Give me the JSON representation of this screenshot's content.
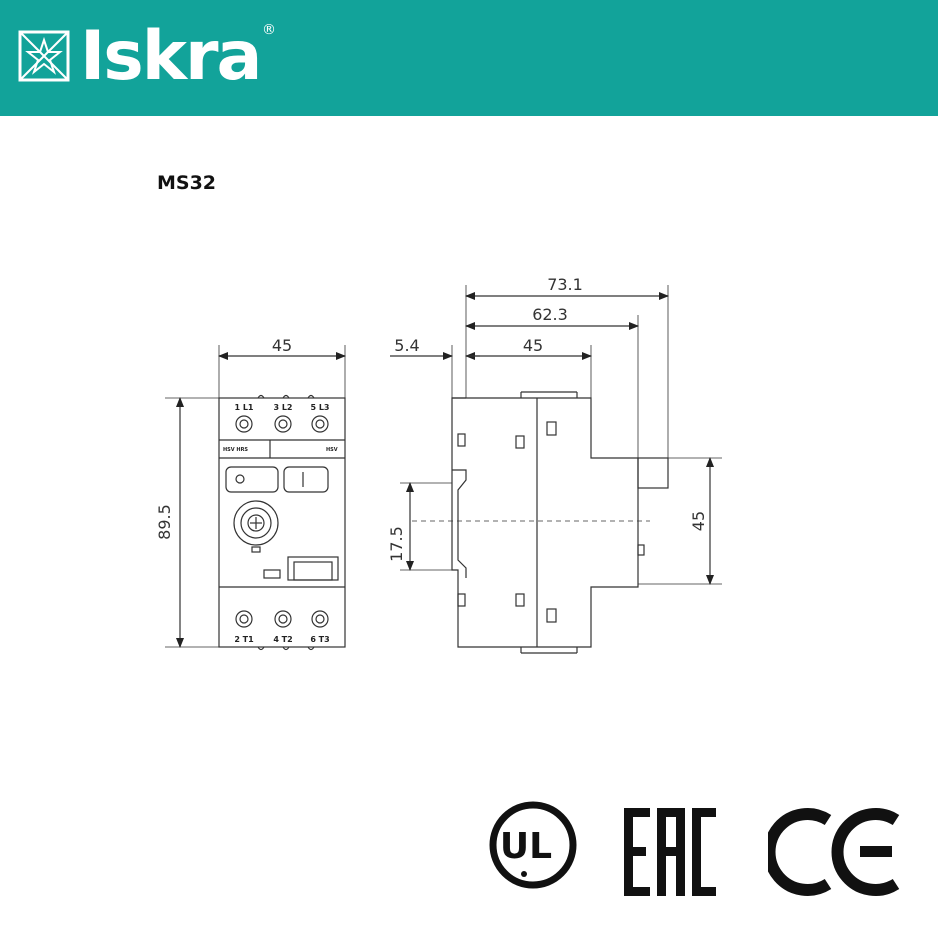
{
  "brand": {
    "name": "Iskra",
    "registered_mark": "®"
  },
  "header": {
    "background_color": "#12a39a"
  },
  "product": {
    "model": "MS32"
  },
  "front_view": {
    "width_dim": "45",
    "height_dim": "89.5",
    "top_terminals": [
      "1 L1",
      "3 L2",
      "5 L3"
    ],
    "bottom_terminals": [
      "2 T1",
      "4 T2",
      "6 T3"
    ],
    "label_left": "HSV HRS",
    "label_right": "HSV"
  },
  "side_view": {
    "dim_overall": "73.1",
    "dim_mid": "62.3",
    "dim_front": "45",
    "dim_offset": "5.4",
    "dim_rail": "17.5",
    "dim_height": "45"
  },
  "certifications": [
    "UL",
    "EAC",
    "CE"
  ]
}
